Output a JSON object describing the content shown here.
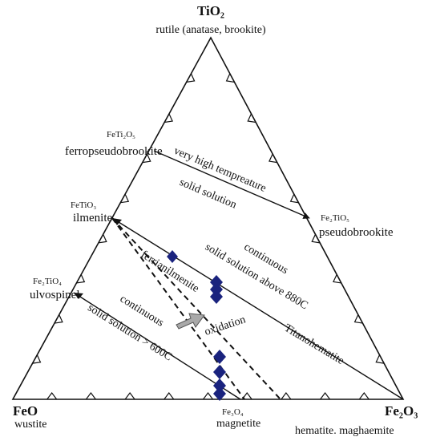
{
  "apex_top": {
    "formula": "TiO₂",
    "minerals": "rutile (anatase, brookite)"
  },
  "apex_left": {
    "formula": "FeO",
    "mineral": "wustite"
  },
  "apex_right": {
    "formula": "Fe₂O₃",
    "mineral": "hematite. maghaemite"
  },
  "compositions": {
    "feti2o5": {
      "formula": "FeTi₂O₅",
      "name": "ferropseudobrookite"
    },
    "fetio3": {
      "formula": "FeTiO₃",
      "name": "ilmenite"
    },
    "fe2tio4": {
      "formula": "Fe₂TiO₄",
      "name": "ulvospinel"
    },
    "fe2tio5": {
      "formula": "Fe₂TiO₅",
      "name": "pseudobrookite"
    },
    "fe3o4": {
      "formula": "Fe₃O₄",
      "name": "magnetite"
    }
  },
  "annotations": {
    "very_high_temp": "very high tempreature",
    "solid_solution": "solid solution",
    "ferrianilmenite": "ferrianilmenite",
    "continuous_1": "continuous",
    "solid_solution_880": "solid solution above 880C",
    "continuous_2": "continuous",
    "solid_solution_600": "solid solution > 600C",
    "oxidation": "oxidation",
    "titanohematite": "Titanohematite"
  },
  "colors": {
    "line": "#111111",
    "marker": "#1a237e",
    "arrow_fill": "#a9a9a9"
  },
  "markers_icon": "diamond"
}
